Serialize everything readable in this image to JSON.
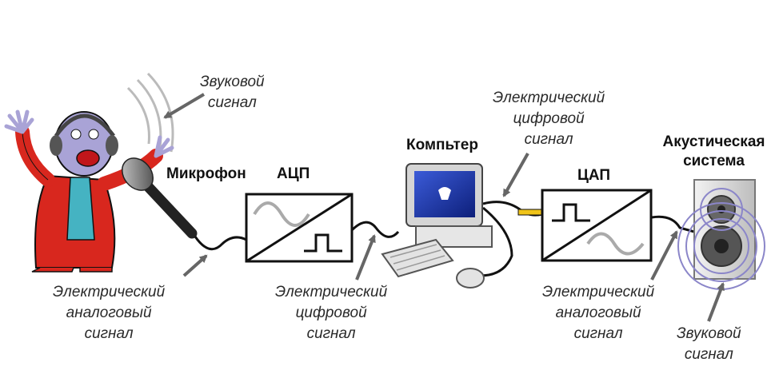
{
  "labels": {
    "sound_in": [
      "Звуковой",
      "сигнал"
    ],
    "analog_in": [
      "Электрический",
      "аналоговый",
      "сигнал"
    ],
    "digital_mid": [
      "Электрический",
      "цифровой",
      "сигнал"
    ],
    "digital_top": [
      "Электрический",
      "цифровой",
      "сигнал"
    ],
    "analog_out": [
      "Электрический",
      "аналоговый",
      "сигнал"
    ],
    "sound_out": [
      "Звуковой",
      "сигнал"
    ]
  },
  "headings": {
    "microphone": "Микрофон",
    "adc": "АЦП",
    "computer": "Компьтер",
    "dac": "ЦАП",
    "speaker": [
      "Акустическая",
      "система"
    ]
  },
  "icons": {
    "singer": "singer-illustration",
    "microphone": "microphone-icon",
    "adc": "adc-converter-box",
    "computer": "computer-icon",
    "dac": "dac-converter-box",
    "speaker": "speaker-icon"
  },
  "colors": {
    "arrow": "#666666",
    "wire": "#111111",
    "singer_suit": "#d8271e",
    "singer_shirt": "#45b3c2",
    "singer_face": "#a9a3d6",
    "connector": "#f0c419"
  }
}
